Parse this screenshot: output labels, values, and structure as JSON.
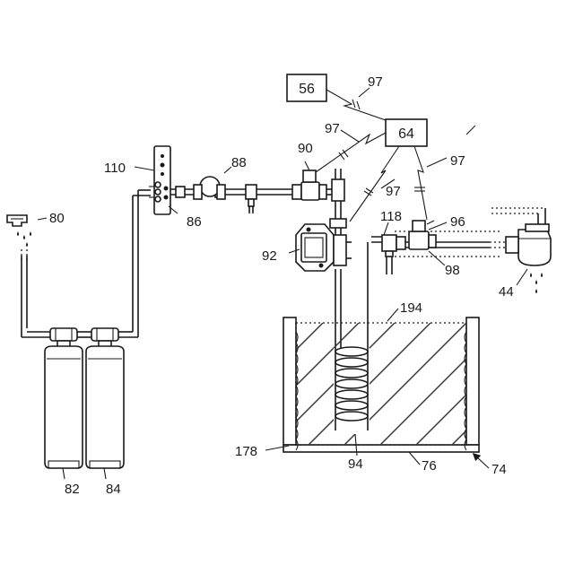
{
  "diagram": {
    "boxes": {
      "controller_56": "56",
      "controller_64": "64"
    },
    "labels": {
      "l_97_top": "97",
      "l_97_mid": "97",
      "l_97_right": "97",
      "l_97_lower": "97",
      "l_90": "90",
      "l_88": "88",
      "l_110": "110",
      "l_86": "86",
      "l_80": "80",
      "l_92": "92",
      "l_118": "118",
      "l_96": "96",
      "l_98": "98",
      "l_44": "44",
      "l_194": "194",
      "l_178": "178",
      "l_94": "94",
      "l_76": "76",
      "l_74": "74",
      "l_82": "82",
      "l_84": "84"
    }
  }
}
